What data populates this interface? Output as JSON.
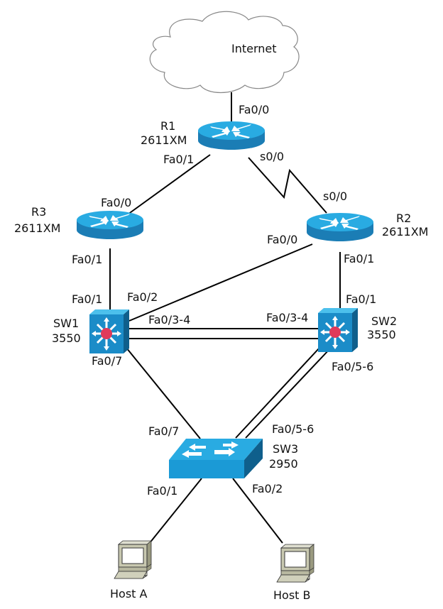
{
  "diagram": {
    "cloud": {
      "label": "Internet"
    },
    "devices": [
      {
        "id": "R1",
        "name": "R1",
        "model": "2611XM",
        "type": "router"
      },
      {
        "id": "R2",
        "name": "R2",
        "model": "2611XM",
        "type": "router"
      },
      {
        "id": "R3",
        "name": "R3",
        "model": "2611XM",
        "type": "router"
      },
      {
        "id": "SW1",
        "name": "SW1",
        "model": "3550",
        "type": "multilayer-switch"
      },
      {
        "id": "SW2",
        "name": "SW2",
        "model": "3550",
        "type": "multilayer-switch"
      },
      {
        "id": "SW3",
        "name": "SW3",
        "model": "2950",
        "type": "switch"
      },
      {
        "id": "HostA",
        "name": "Host A",
        "type": "workstation"
      },
      {
        "id": "HostB",
        "name": "Host B",
        "type": "workstation"
      }
    ],
    "links": [
      {
        "from": "Internet",
        "to": "R1",
        "to_port": "Fa0/0"
      },
      {
        "from": "R1",
        "from_port": "Fa0/1",
        "to": "R3",
        "to_port": "Fa0/0"
      },
      {
        "from": "R1",
        "from_port": "s0/0",
        "to": "R2",
        "to_port": "s0/0",
        "kind": "serial"
      },
      {
        "from": "R3",
        "from_port": "Fa0/1",
        "to": "SW1",
        "to_port": "Fa0/1"
      },
      {
        "from": "R2",
        "from_port": "Fa0/0",
        "to": "SW1",
        "to_port": "Fa0/2"
      },
      {
        "from": "R2",
        "from_port": "Fa0/1",
        "to": "SW2",
        "to_port": "Fa0/1"
      },
      {
        "from": "SW1",
        "from_port": "Fa0/3-4",
        "to": "SW2",
        "to_port": "Fa0/3-4",
        "kind": "double"
      },
      {
        "from": "SW1",
        "from_port": "Fa0/7",
        "to": "SW3",
        "to_port": "Fa0/7"
      },
      {
        "from": "SW2",
        "from_port": "Fa0/5-6",
        "to": "SW3",
        "to_port": "Fa0/5-6",
        "kind": "double"
      },
      {
        "from": "SW3",
        "from_port": "Fa0/1",
        "to": "HostA"
      },
      {
        "from": "SW3",
        "from_port": "Fa0/2",
        "to": "HostB"
      }
    ],
    "port_labels": {
      "r1_fa00": "Fa0/0",
      "r1_fa01": "Fa0/1",
      "r1_s00": "s0/0",
      "r2_s00": "s0/0",
      "r3_fa00": "Fa0/0",
      "r3_fa01": "Fa0/1",
      "r2_fa00": "Fa0/0",
      "r2_fa01": "Fa0/1",
      "sw1_fa01": "Fa0/1",
      "sw1_fa02": "Fa0/2",
      "sw1_fa034": "Fa0/3-4",
      "sw1_fa07": "Fa0/7",
      "sw2_fa01": "Fa0/1",
      "sw2_fa034": "Fa0/3-4",
      "sw2_fa056": "Fa0/5-6",
      "sw3_fa07": "Fa0/7",
      "sw3_fa056": "Fa0/5-6",
      "sw3_fa01": "Fa0/1",
      "sw3_fa02": "Fa0/2"
    },
    "colors": {
      "device_top": "#29abe2",
      "device_side": "#1b7db5",
      "device_dark": "#0f5f8c",
      "mls_center": "#e03a5a",
      "host_body": "#c8c8b0",
      "link": "#000000"
    }
  }
}
